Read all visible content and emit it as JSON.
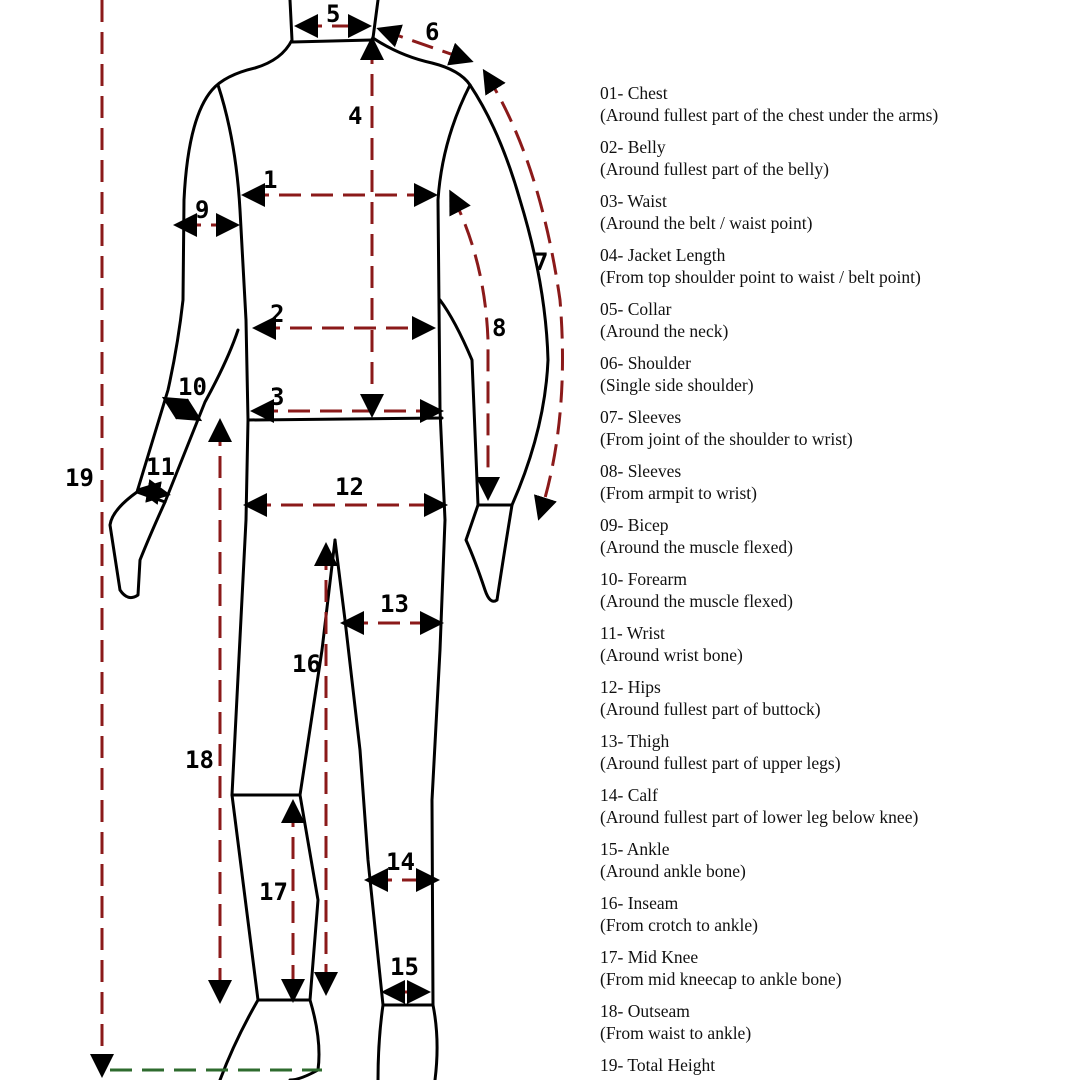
{
  "colors": {
    "measure_line": "#8b1a1a",
    "height_base_line": "#2e6b2e",
    "outline": "#000000"
  },
  "diagram_labels": [
    "1",
    "2",
    "3",
    "4",
    "5",
    "6",
    "7",
    "8",
    "9",
    "10",
    "11",
    "12",
    "13",
    "14",
    "15",
    "16",
    "17",
    "18",
    "19"
  ],
  "legend": [
    {
      "title": "01- Chest",
      "desc": "(Around fullest part of the chest under the arms)"
    },
    {
      "title": "02- Belly",
      "desc": "(Around fullest part of the belly)"
    },
    {
      "title": "03- Waist",
      "desc": "(Around the belt / waist point)"
    },
    {
      "title": "04- Jacket Length",
      "desc": "(From top shoulder point to waist / belt point)"
    },
    {
      "title": "05- Collar",
      "desc": "(Around the neck)"
    },
    {
      "title": "06- Shoulder",
      "desc": "(Single side shoulder)"
    },
    {
      "title": "07- Sleeves",
      "desc": "(From joint of the shoulder to wrist)"
    },
    {
      "title": "08- Sleeves",
      "desc": "(From armpit to wrist)"
    },
    {
      "title": "09- Bicep",
      "desc": "(Around the muscle flexed)"
    },
    {
      "title": "10- Forearm",
      "desc": "(Around the muscle flexed)"
    },
    {
      "title": "11- Wrist",
      "desc": "(Around wrist bone)"
    },
    {
      "title": "12- Hips",
      "desc": "(Around fullest part of buttock)"
    },
    {
      "title": "13- Thigh",
      "desc": "(Around fullest part of upper legs)"
    },
    {
      "title": "14- Calf",
      "desc": "(Around fullest part of lower leg below knee)"
    },
    {
      "title": "15- Ankle",
      "desc": "(Around ankle bone)"
    },
    {
      "title": "16- Inseam",
      "desc": "(From crotch to ankle)"
    },
    {
      "title": "17- Mid Knee",
      "desc": "(From mid kneecap to ankle bone)"
    },
    {
      "title": "18- Outseam",
      "desc": "(From waist to ankle)"
    },
    {
      "title": "19- Total Height",
      "desc": ""
    }
  ]
}
